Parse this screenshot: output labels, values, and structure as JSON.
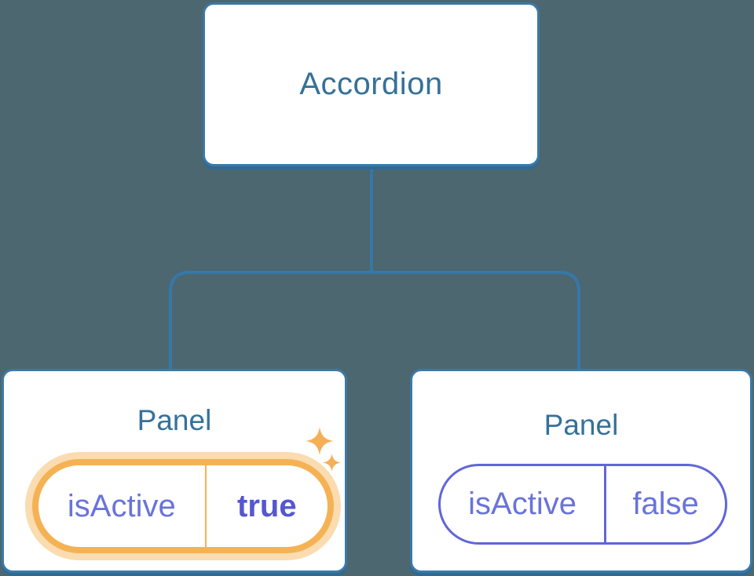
{
  "diagram": {
    "root": {
      "label": "Accordion"
    },
    "panels": [
      {
        "label": "Panel",
        "prop": {
          "name": "isActive",
          "value": "true"
        },
        "state": "active",
        "icon": "sparkles-icon"
      },
      {
        "label": "Panel",
        "prop": {
          "name": "isActive",
          "value": "false"
        },
        "state": "inactive"
      }
    ],
    "colors": {
      "background": "#4C6770",
      "node_fill": "#FFFFFF",
      "node_border": "#3B79A7",
      "node_shadow": "#2F6A95",
      "node_label_text": "#35719A",
      "connector_line": "#3578A8",
      "prop_text": "#6973DC",
      "prop_value_active_text": "#5457D0",
      "prop_border_inactive": "#6066DA",
      "highlight_orange": "#F5B254",
      "highlight_glow": "#FADCB0",
      "sparkle": "#F5AF55"
    }
  }
}
